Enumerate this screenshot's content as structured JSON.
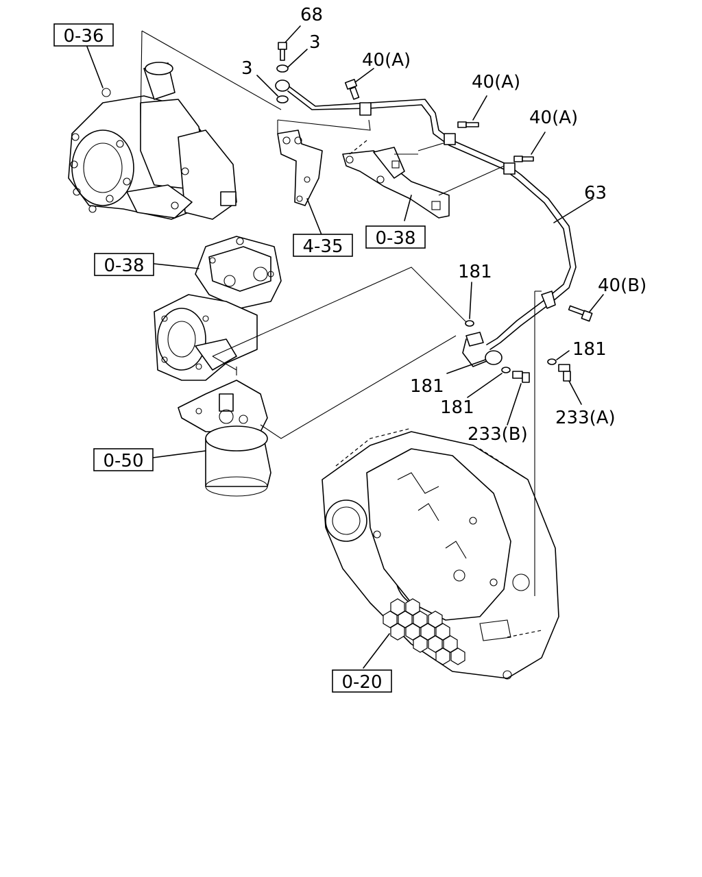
{
  "references": [
    {
      "id": "ref-0-36",
      "text": "0-36"
    },
    {
      "id": "ref-4-35",
      "text": "4-35"
    },
    {
      "id": "ref-0-38-top",
      "text": "0-38"
    },
    {
      "id": "ref-0-38-left",
      "text": "0-38"
    },
    {
      "id": "ref-0-50",
      "text": "0-50"
    },
    {
      "id": "ref-0-20",
      "text": "0-20"
    }
  ],
  "callouts": [
    {
      "id": "c68",
      "text": "68"
    },
    {
      "id": "c3a",
      "text": "3"
    },
    {
      "id": "c3b",
      "text": "3"
    },
    {
      "id": "c40a1",
      "text": "40(A)"
    },
    {
      "id": "c40a2",
      "text": "40(A)"
    },
    {
      "id": "c40a3",
      "text": "40(A)"
    },
    {
      "id": "c63",
      "text": "63"
    },
    {
      "id": "c181a",
      "text": "181"
    },
    {
      "id": "c40b",
      "text": "40(B)"
    },
    {
      "id": "c181b",
      "text": "181"
    },
    {
      "id": "c181c",
      "text": "181"
    },
    {
      "id": "c181d",
      "text": "181"
    },
    {
      "id": "c233b",
      "text": "233(B)"
    },
    {
      "id": "c233a",
      "text": "233(A)"
    }
  ]
}
